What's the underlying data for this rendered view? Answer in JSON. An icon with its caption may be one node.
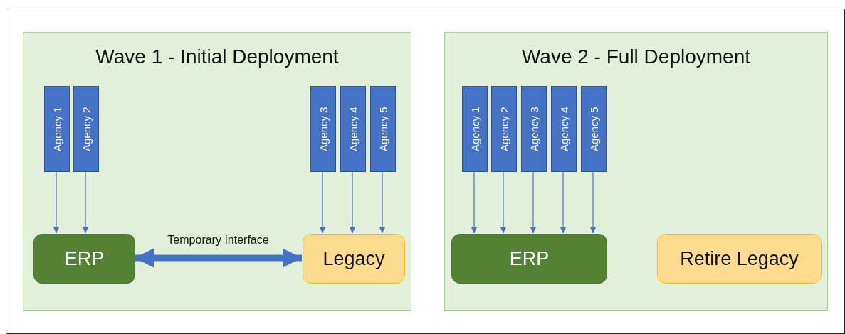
{
  "diagram": {
    "nodes": [
      {
        "text": [
          "Wave 1 - Initial Deployment"
        ]
      },
      {
        "text": [
          "Agency 1"
        ],
        "in": 0
      },
      {
        "text": [
          "Agency 2"
        ],
        "in": 0
      },
      {
        "text": [
          "Agency 3"
        ],
        "in": 0
      },
      {
        "text": [
          "Agency 4"
        ],
        "in": 0
      },
      {
        "text": [
          "Agency 5"
        ],
        "in": 0
      },
      {
        "text": [
          "ERP"
        ],
        "in": 0
      },
      {
        "text": [
          "Legacy"
        ],
        "in": 0
      },
      {
        "text": [
          "Wave 2 - Full Deployment"
        ]
      },
      {
        "text": [
          "Agency 1"
        ],
        "in": 8
      },
      {
        "text": [
          "Agency 2"
        ],
        "in": 8
      },
      {
        "text": [
          "Agency 3"
        ],
        "in": 8
      },
      {
        "text": [
          "Agency 4"
        ],
        "in": 8
      },
      {
        "text": [
          "Agency 5"
        ],
        "in": 8
      },
      {
        "text": [
          "ERP"
        ],
        "in": 8
      },
      {
        "text": [
          "Retire Legacy"
        ],
        "in": 8
      }
    ],
    "edges": [
      {
        "from": 1,
        "to": 6,
        "arrow": "to"
      },
      {
        "from": 2,
        "to": 6,
        "arrow": "to"
      },
      {
        "from": 3,
        "to": 7,
        "arrow": "to"
      },
      {
        "from": 4,
        "to": 7,
        "arrow": "to"
      },
      {
        "from": 5,
        "to": 7,
        "arrow": "to"
      },
      {
        "from": 6,
        "to": 7,
        "arrow": "both",
        "label": "Temporary Interface",
        "style": "thick"
      },
      {
        "from": 9,
        "to": 14,
        "arrow": "to"
      },
      {
        "from": 10,
        "to": 14,
        "arrow": "to"
      },
      {
        "from": 11,
        "to": 14,
        "arrow": "to"
      },
      {
        "from": 12,
        "to": 14,
        "arrow": "to"
      },
      {
        "from": 13,
        "to": 14,
        "arrow": "to"
      }
    ]
  }
}
